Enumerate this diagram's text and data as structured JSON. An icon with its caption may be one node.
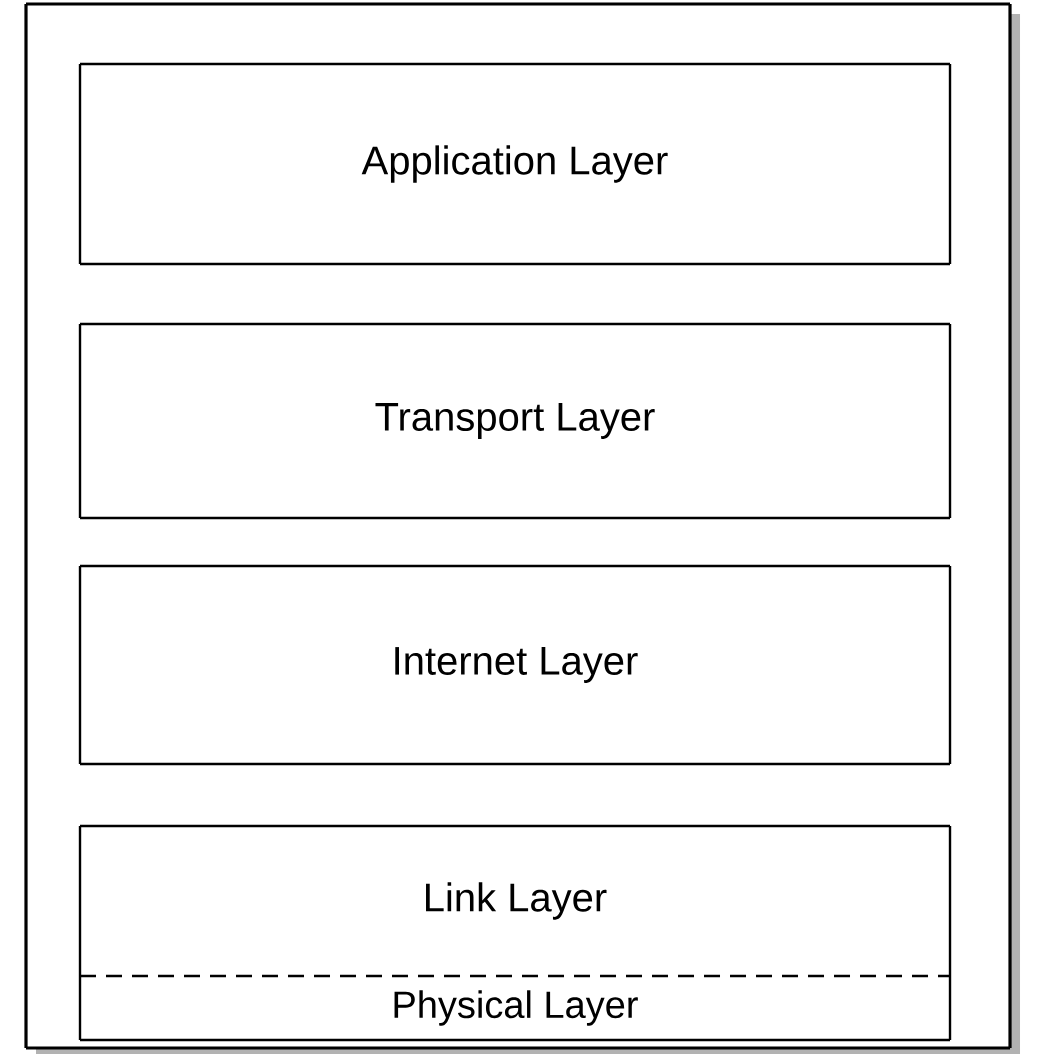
{
  "diagram": {
    "nodes": [
      {
        "text": [],
        "shape": "box"
      },
      {
        "text": [
          "Application Layer"
        ],
        "in": 0
      },
      {
        "text": [
          "Transport Layer"
        ],
        "in": 0
      },
      {
        "text": [
          "Internet Layer"
        ],
        "in": 0
      },
      {
        "text": [
          "Link Layer"
        ],
        "in": 0
      },
      {
        "text": [
          "Physical Layer"
        ],
        "in": 0
      }
    ]
  }
}
